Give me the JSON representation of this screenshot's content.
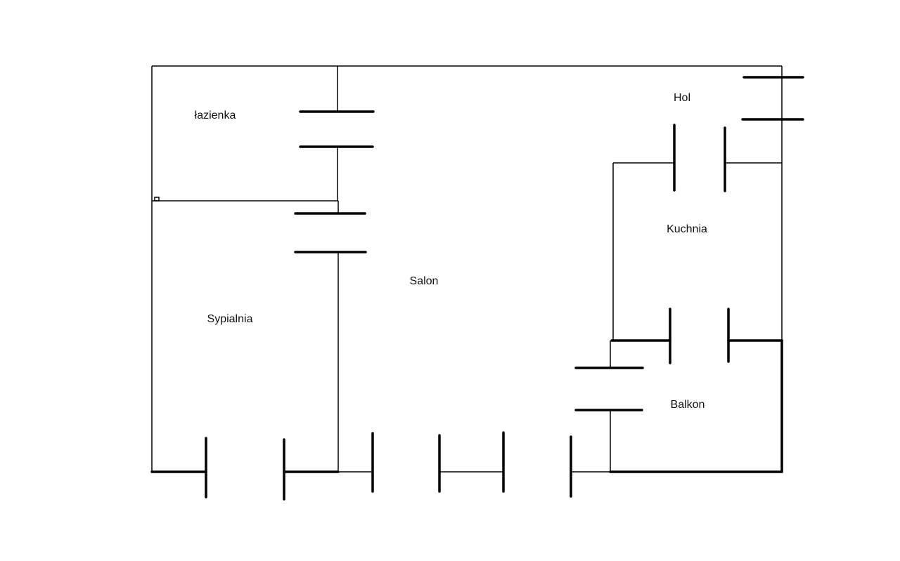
{
  "diagram": {
    "type": "floor-plan",
    "rooms": {
      "bathroom": "łazienka",
      "hall": "Hol",
      "kitchen": "Kuchnia",
      "living_room": "Salon",
      "bedroom": "Sypialnia",
      "balcony": "Balkon"
    }
  }
}
